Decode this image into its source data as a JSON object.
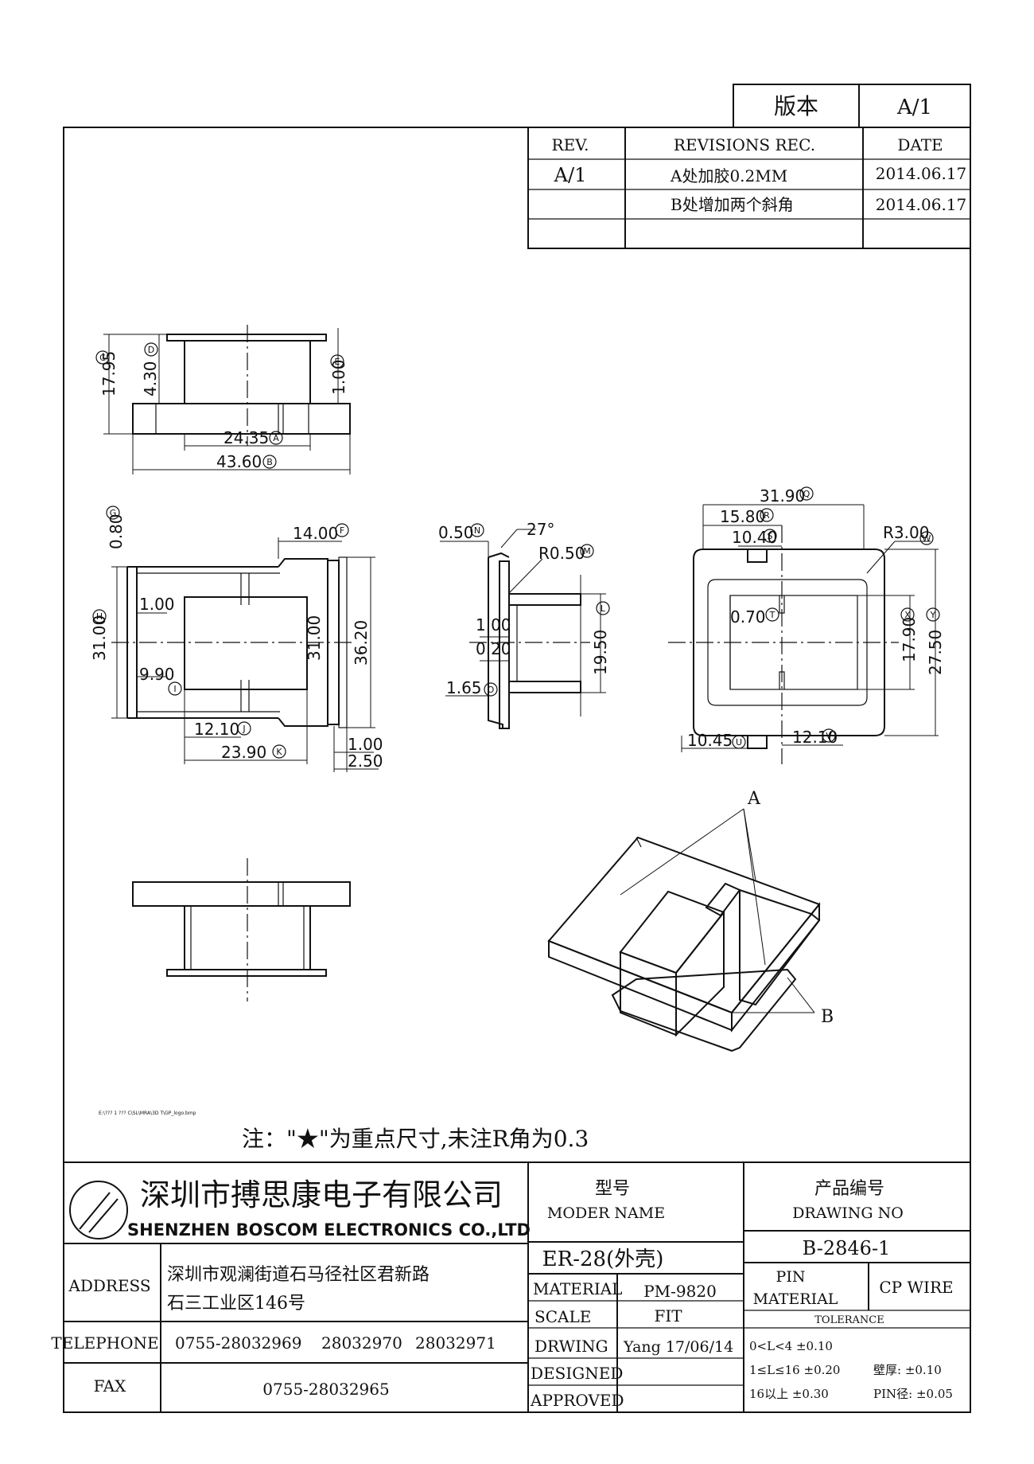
{
  "version_box": {
    "label": "版本",
    "value": "A/1"
  },
  "revisions": {
    "headers": {
      "rev": "REV.",
      "rec": "REVISIONS REC.",
      "date": "DATE"
    },
    "rows": [
      {
        "rev": "A/1",
        "rec": "A处加胶0.2MM",
        "date": "2014.06.17"
      },
      {
        "rev": "",
        "rec": "B处增加两个斜角",
        "date": "2014.06.17"
      },
      {
        "rev": "",
        "rec": "",
        "date": ""
      }
    ]
  },
  "dimensions": {
    "top_view": {
      "c": "17.95",
      "d": "4.30",
      "e": "1.00",
      "a": "24.35",
      "b": "43.60"
    },
    "front_view": {
      "g": "0.80",
      "f": "14.00",
      "h": "31.00",
      "i_top": "1.00",
      "i_val": "9.90",
      "inner": "31.00",
      "c": "36.20",
      "j": "12.10",
      "k": "23.90",
      "b1": "1.00",
      "b2": "2.50"
    },
    "side_view": {
      "n": "0.50",
      "angle": "27°",
      "m": "R0.50",
      "v1": "1.00",
      "v2": "0.20",
      "l": "19.50",
      "o": "1.65"
    },
    "bottom_view": {
      "q": "31.90",
      "r": "15.80",
      "s": "10.40",
      "w": "R3.00",
      "t": "0.70",
      "x": "17.90",
      "y": "27.50",
      "u": "10.45",
      "v": "12.10"
    }
  },
  "circle_letters": [
    "A",
    "B",
    "C",
    "D",
    "E",
    "F",
    "G",
    "H",
    "I",
    "J",
    "K",
    "L",
    "M",
    "N",
    "O",
    "Q",
    "R",
    "S",
    "T",
    "U",
    "V",
    "W",
    "X",
    "Y"
  ],
  "callouts": {
    "a": "A",
    "b": "B"
  },
  "file_path": "E:\\??? 1 ??? C\\SL\\MRA\\3D T\\GP_logo.bmp",
  "note": "注：\"★\"为重点尺寸,未注R角为0.3",
  "company": {
    "name_cn": "深圳市搏思康电子有限公司",
    "name_en": "SHENZHEN BOSCOM ELECTRONICS CO.,LTD"
  },
  "address": {
    "label": "ADDRESS",
    "line1": "深圳市观澜街道石马径社区君新路",
    "line2": "石三工业区146号"
  },
  "telephone": {
    "label": "TELEPHONE",
    "numbers": [
      "0755-28032969",
      "28032970",
      "28032971"
    ]
  },
  "fax": {
    "label": "FAX",
    "number": "0755-28032965"
  },
  "model": {
    "label_cn": "型号",
    "label_en": "MODER NAME",
    "value": "ER-28(外壳)"
  },
  "drawing_no": {
    "label_cn": "产品编号",
    "label_en": "DRAWING NO",
    "value": "B-2846-1"
  },
  "material": {
    "label": "MATERIAL",
    "value": "PM-9820"
  },
  "scale": {
    "label": "SCALE",
    "value": "FIT"
  },
  "drawing": {
    "label": "DRWING",
    "value": "Yang  17/06/14"
  },
  "designed": {
    "label": "DESIGNED",
    "value": ""
  },
  "approved": {
    "label": "APPROVED",
    "value": ""
  },
  "pin_material": {
    "label1": "PIN",
    "label2": "MATERIAL",
    "value": "CP WIRE"
  },
  "tolerance": {
    "title": "TOLERANCE",
    "rows": [
      {
        "range": "0<L<4  ±0.10",
        "extra": ""
      },
      {
        "range": "1≤L≤16  ±0.20",
        "extra": "壁厚:  ±0.10"
      },
      {
        "range": "16以上    ±0.30",
        "extra": "PIN径: ±0.05"
      }
    ]
  }
}
